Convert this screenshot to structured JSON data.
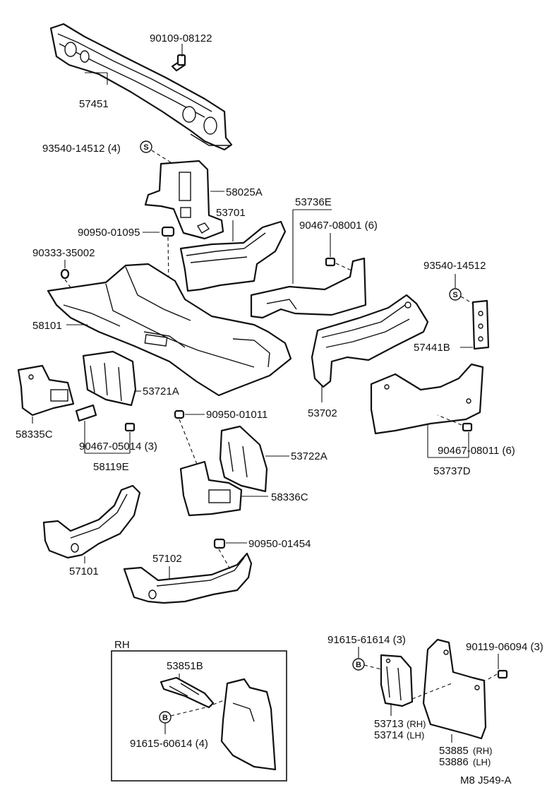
{
  "labels": {
    "p57451": "57451",
    "p90109": "90109-08122",
    "p93540a": "93540-14512 (4)",
    "p58025A": "58025A",
    "p53701": "53701",
    "p53736E": "53736E",
    "p90467_08001": "90467-08001 (6)",
    "p90950_01095": "90950-01095",
    "p90333": "90333-35002",
    "p58101": "58101",
    "p93540b": "93540-14512",
    "p57441B": "57441B",
    "p53721A": "53721A",
    "p53702": "53702",
    "p58335C": "58335C",
    "p90950_01011": "90950-01011",
    "p90467_05014": "90467-05014 (3)",
    "p58119E": "58119E",
    "p53722A": "53722A",
    "p90467_08011": "90467-08011 (6)",
    "p53737D": "53737D",
    "p58336C": "58336C",
    "p90950_01454": "90950-01454",
    "p57101": "57101",
    "p57102": "57102",
    "rh": "RH",
    "p53851B": "53851B",
    "p91615_60614": "91615-60614 (4)",
    "p91615_61614": "91615-61614 (3)",
    "p90119": "90119-06094 (3)",
    "p53713": "53713",
    "p53713_side": "(RH)",
    "p53714": "53714",
    "p53714_side": "(LH)",
    "p53885": "53885",
    "p53885_side": "(RH)",
    "p53886": "53886",
    "p53886_side": "(LH)",
    "footer": "M8  J549-A"
  },
  "symbols": {
    "s": "S",
    "b": "B"
  }
}
